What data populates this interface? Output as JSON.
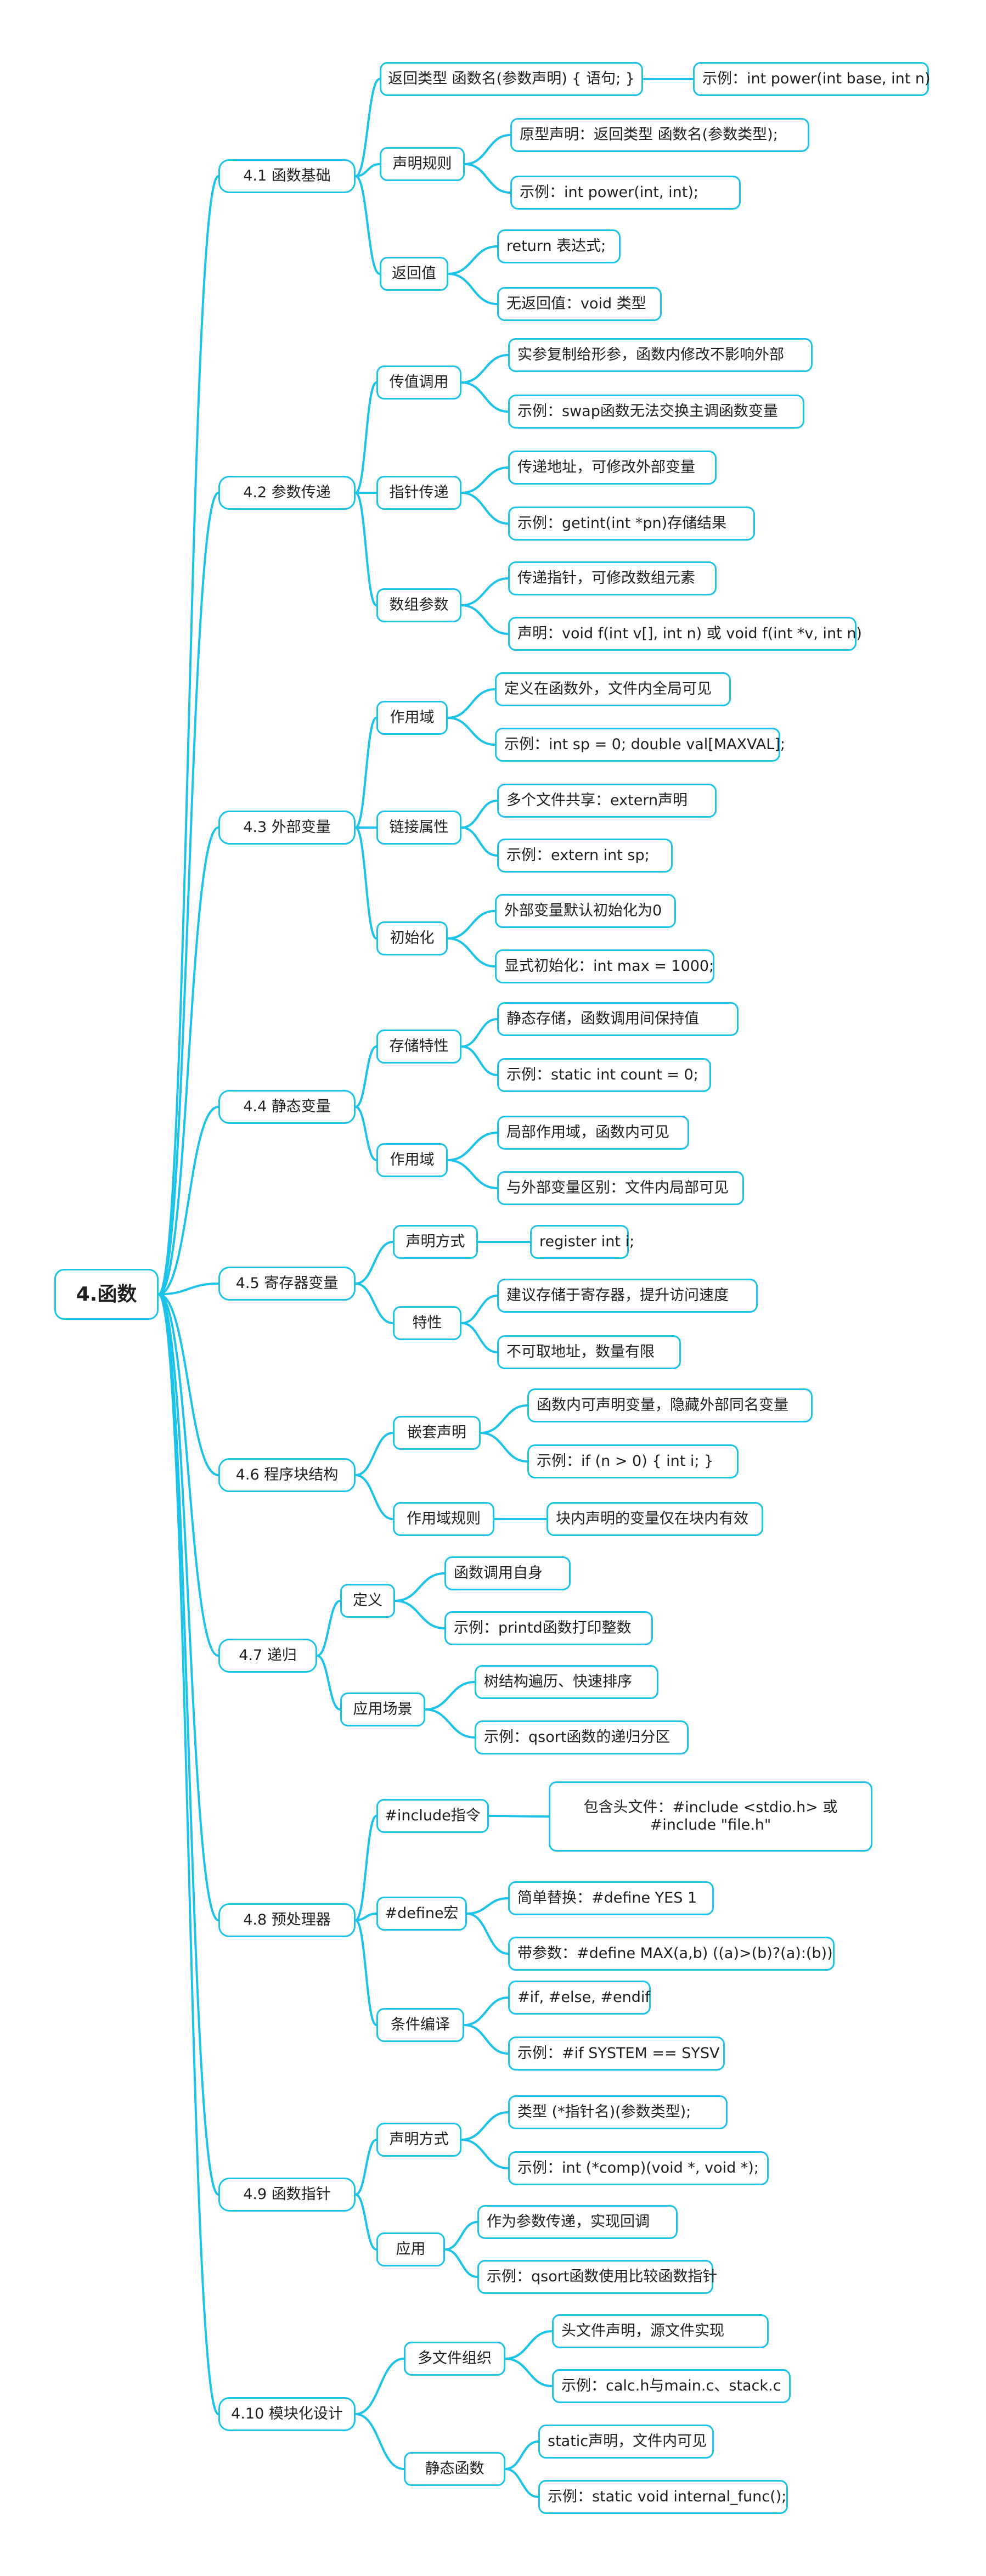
{
  "colors": {
    "line": "#1cc3e8",
    "border": "#1cc3e8",
    "text": "#1f1f1f",
    "background": "#ffffff"
  },
  "root": {
    "label": "4.函数"
  },
  "sections": [
    {
      "label": "4.1 函数基础",
      "children": [
        {
          "label": "返回类型 函数名(参数声明) { 语句; }",
          "children": [
            {
              "label": "示例：int power(int base, int n)"
            }
          ]
        },
        {
          "label": "声明规则",
          "children": [
            {
              "label": "原型声明：返回类型 函数名(参数类型);"
            },
            {
              "label": "示例：int power(int, int);"
            }
          ]
        },
        {
          "label": "返回值",
          "children": [
            {
              "label": "return 表达式;"
            },
            {
              "label": "无返回值：void 类型"
            }
          ]
        }
      ]
    },
    {
      "label": "4.2 参数传递",
      "children": [
        {
          "label": "传值调用",
          "children": [
            {
              "label": "实参复制给形参，函数内修改不影响外部"
            },
            {
              "label": "示例：swap函数无法交换主调函数变量"
            }
          ]
        },
        {
          "label": "指针传递",
          "children": [
            {
              "label": "传递地址，可修改外部变量"
            },
            {
              "label": "示例：getint(int *pn)存储结果"
            }
          ]
        },
        {
          "label": "数组参数",
          "children": [
            {
              "label": "传递指针，可修改数组元素"
            },
            {
              "label": "声明：void f(int v[], int n) 或 void f(int *v, int n)"
            }
          ]
        }
      ]
    },
    {
      "label": "4.3 外部变量",
      "children": [
        {
          "label": "作用域",
          "children": [
            {
              "label": "定义在函数外，文件内全局可见"
            },
            {
              "label": "示例：int sp = 0; double val[MAXVAL];"
            }
          ]
        },
        {
          "label": "链接属性",
          "children": [
            {
              "label": "多个文件共享：extern声明"
            },
            {
              "label": "示例：extern int sp;"
            }
          ]
        },
        {
          "label": "初始化",
          "children": [
            {
              "label": "外部变量默认初始化为0"
            },
            {
              "label": "显式初始化：int max = 1000;"
            }
          ]
        }
      ]
    },
    {
      "label": "4.4 静态变量",
      "children": [
        {
          "label": "存储特性",
          "children": [
            {
              "label": "静态存储，函数调用间保持值"
            },
            {
              "label": "示例：static int count = 0;"
            }
          ]
        },
        {
          "label": "作用域",
          "children": [
            {
              "label": "局部作用域，函数内可见"
            },
            {
              "label": "与外部变量区别：文件内局部可见"
            }
          ]
        }
      ]
    },
    {
      "label": "4.5 寄存器变量",
      "children": [
        {
          "label": "声明方式",
          "children": [
            {
              "label": "register int i;"
            }
          ]
        },
        {
          "label": "特性",
          "children": [
            {
              "label": "建议存储于寄存器，提升访问速度"
            },
            {
              "label": "不可取地址，数量有限"
            }
          ]
        }
      ]
    },
    {
      "label": "4.6 程序块结构",
      "children": [
        {
          "label": "嵌套声明",
          "children": [
            {
              "label": "函数内可声明变量，隐藏外部同名变量"
            },
            {
              "label": "示例：if (n > 0) { int i; }"
            }
          ]
        },
        {
          "label": "作用域规则",
          "children": [
            {
              "label": "块内声明的变量仅在块内有效"
            }
          ]
        }
      ]
    },
    {
      "label": "4.7 递归",
      "children": [
        {
          "label": "定义",
          "children": [
            {
              "label": "函数调用自身"
            },
            {
              "label": "示例：printd函数打印整数"
            }
          ]
        },
        {
          "label": "应用场景",
          "children": [
            {
              "label": "树结构遍历、快速排序"
            },
            {
              "label": "示例：qsort函数的递归分区"
            }
          ]
        }
      ]
    },
    {
      "label": "4.8 预处理器",
      "children": [
        {
          "label": "#include指令",
          "children": [
            {
              "label": "包含头文件：#include <stdio.h> 或 #include \"file.h\""
            }
          ]
        },
        {
          "label": "#define宏",
          "children": [
            {
              "label": "简单替换：#define YES 1"
            },
            {
              "label": "带参数：#define MAX(a,b) ((a)>(b)?(a):(b))"
            }
          ]
        },
        {
          "label": "条件编译",
          "children": [
            {
              "label": "#if, #else, #endif"
            },
            {
              "label": "示例：#if SYSTEM == SYSV"
            }
          ]
        }
      ]
    },
    {
      "label": "4.9 函数指针",
      "children": [
        {
          "label": "声明方式",
          "children": [
            {
              "label": "类型 (*指针名)(参数类型);"
            },
            {
              "label": "示例：int (*comp)(void *, void *);"
            }
          ]
        },
        {
          "label": "应用",
          "children": [
            {
              "label": "作为参数传递，实现回调"
            },
            {
              "label": "示例：qsort函数使用比较函数指针"
            }
          ]
        }
      ]
    },
    {
      "label": "4.10 模块化设计",
      "children": [
        {
          "label": "多文件组织",
          "children": [
            {
              "label": "头文件声明，源文件实现"
            },
            {
              "label": "示例：calc.h与main.c、stack.c"
            }
          ]
        },
        {
          "label": "静态函数",
          "children": [
            {
              "label": "static声明，文件内可见"
            },
            {
              "label": "示例：static void internal_func();"
            }
          ]
        }
      ]
    }
  ]
}
